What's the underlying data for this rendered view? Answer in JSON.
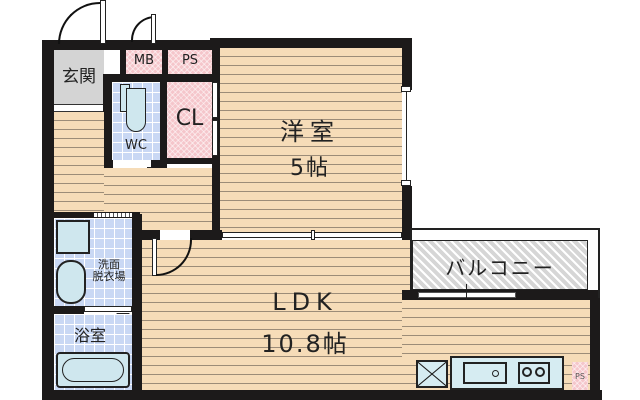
{
  "floorplan": {
    "rooms": {
      "entrance": {
        "label": "玄関"
      },
      "mb": {
        "label": "MB"
      },
      "ps_top": {
        "label": "PS"
      },
      "closet": {
        "label": "CL"
      },
      "wc": {
        "label": "WC"
      },
      "western_room": {
        "label": "洋室",
        "size": "5帖"
      },
      "washroom": {
        "label_line1": "洗面",
        "label_line2": "脱衣場"
      },
      "bathroom": {
        "label": "浴室"
      },
      "ldk": {
        "label": "LDK",
        "size": "10.8帖"
      },
      "balcony": {
        "label": "バルコニー"
      },
      "ps_kitchen": {
        "label": "PS"
      }
    },
    "colors": {
      "floor": "#f6dcb8",
      "wet_area": "#c9d8f4",
      "storage": "#f5c6cb",
      "entrance": "#d4d4d4",
      "wall": "#1c1a1a",
      "kitchen": "#d6ecf2"
    }
  }
}
